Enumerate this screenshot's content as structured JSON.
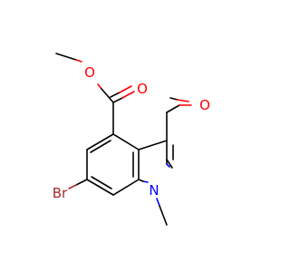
{
  "molecule": {
    "atoms": {
      "O_ester_ether": {
        "label": "O",
        "color": "#ff0000"
      },
      "O_ester_carbonyl": {
        "label": "O",
        "color": "#ff0000"
      },
      "O_aldehyde": {
        "label": "O",
        "color": "#ff0000"
      },
      "N_indole": {
        "label": "N",
        "color": "#0000ff"
      },
      "Br": {
        "label": "Br",
        "color": "#a52a2a"
      }
    }
  }
}
